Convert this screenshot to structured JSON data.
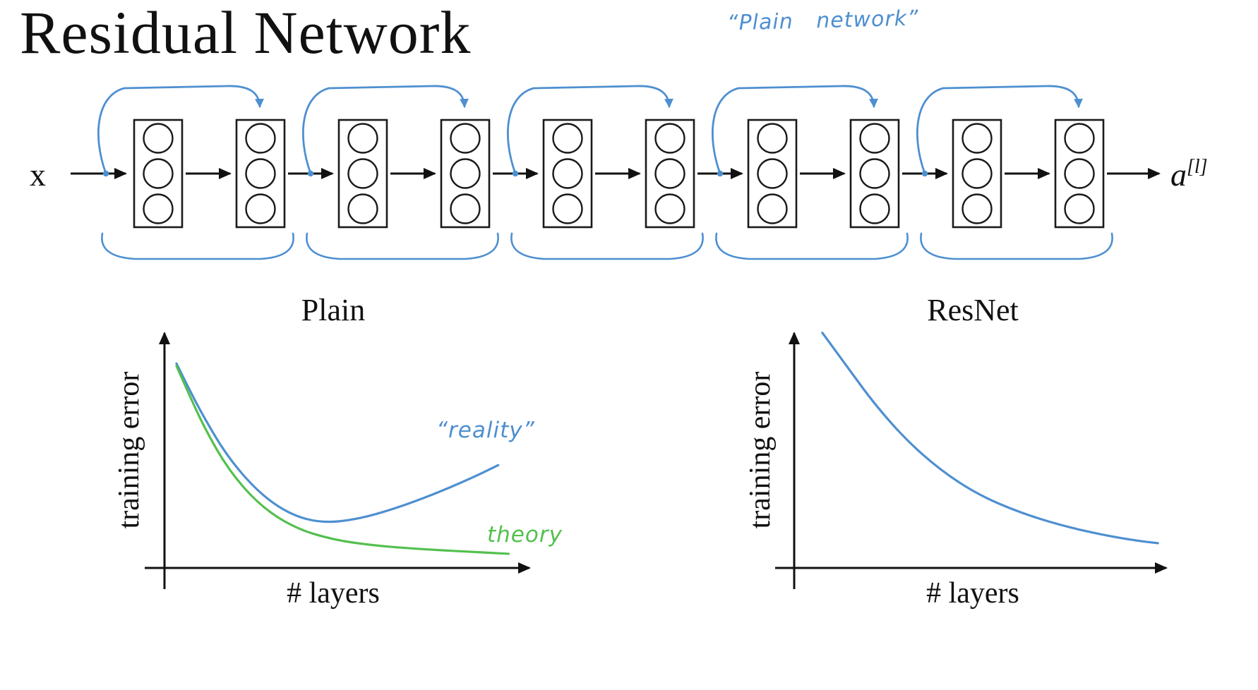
{
  "slide": {
    "title": "Residual Network",
    "background_color": "#ffffff",
    "text_color": "#111111"
  },
  "handwriting": {
    "plain_network_label": "“Plain network”",
    "ink_blue": "#4e8fd0",
    "ink_green": "#53c04e"
  },
  "diagram": {
    "input_label": "x",
    "output_label_base": "a",
    "output_label_sup": "[l]",
    "layer_pairs": 5,
    "layers_total": 10,
    "neurons_per_layer": 3
  },
  "chart_data": [
    {
      "type": "line",
      "title": "Plain",
      "xlabel": "# layers",
      "ylabel": "training error",
      "axes_labeled": false,
      "x_range": [
        0,
        1
      ],
      "y_range": [
        0,
        1
      ],
      "grid": false,
      "legend": "handwritten annotations next to curves",
      "series": [
        {
          "name": "reality",
          "label": "“reality”",
          "color": "#4e8fd0",
          "x": [
            0,
            0.03,
            0.08,
            0.15,
            0.24,
            0.33,
            0.42,
            0.52,
            0.63,
            0.75,
            0.86,
            0.93
          ],
          "y": [
            0.85,
            0.76,
            0.62,
            0.45,
            0.3,
            0.21,
            0.175,
            0.19,
            0.235,
            0.3,
            0.37,
            0.42
          ]
        },
        {
          "name": "theory",
          "label": "theory",
          "color": "#53c04e",
          "x": [
            0,
            0.03,
            0.08,
            0.15,
            0.24,
            0.34,
            0.45,
            0.57,
            0.7,
            0.83,
            0.96
          ],
          "y": [
            0.84,
            0.74,
            0.58,
            0.4,
            0.25,
            0.155,
            0.105,
            0.08,
            0.065,
            0.055,
            0.045
          ]
        }
      ]
    },
    {
      "type": "line",
      "title": "ResNet",
      "xlabel": "# layers",
      "ylabel": "training error",
      "axes_labeled": false,
      "x_range": [
        0,
        1
      ],
      "y_range": [
        0,
        1
      ],
      "grid": false,
      "series": [
        {
          "name": "resnet training error",
          "label": "",
          "color": "#4e8fd0",
          "x": [
            0.01,
            0.04,
            0.09,
            0.16,
            0.25,
            0.35,
            0.46,
            0.58,
            0.7,
            0.82,
            0.92,
            0.98
          ],
          "y": [
            0.98,
            0.92,
            0.82,
            0.68,
            0.53,
            0.4,
            0.295,
            0.22,
            0.165,
            0.125,
            0.1,
            0.09
          ]
        }
      ]
    }
  ]
}
